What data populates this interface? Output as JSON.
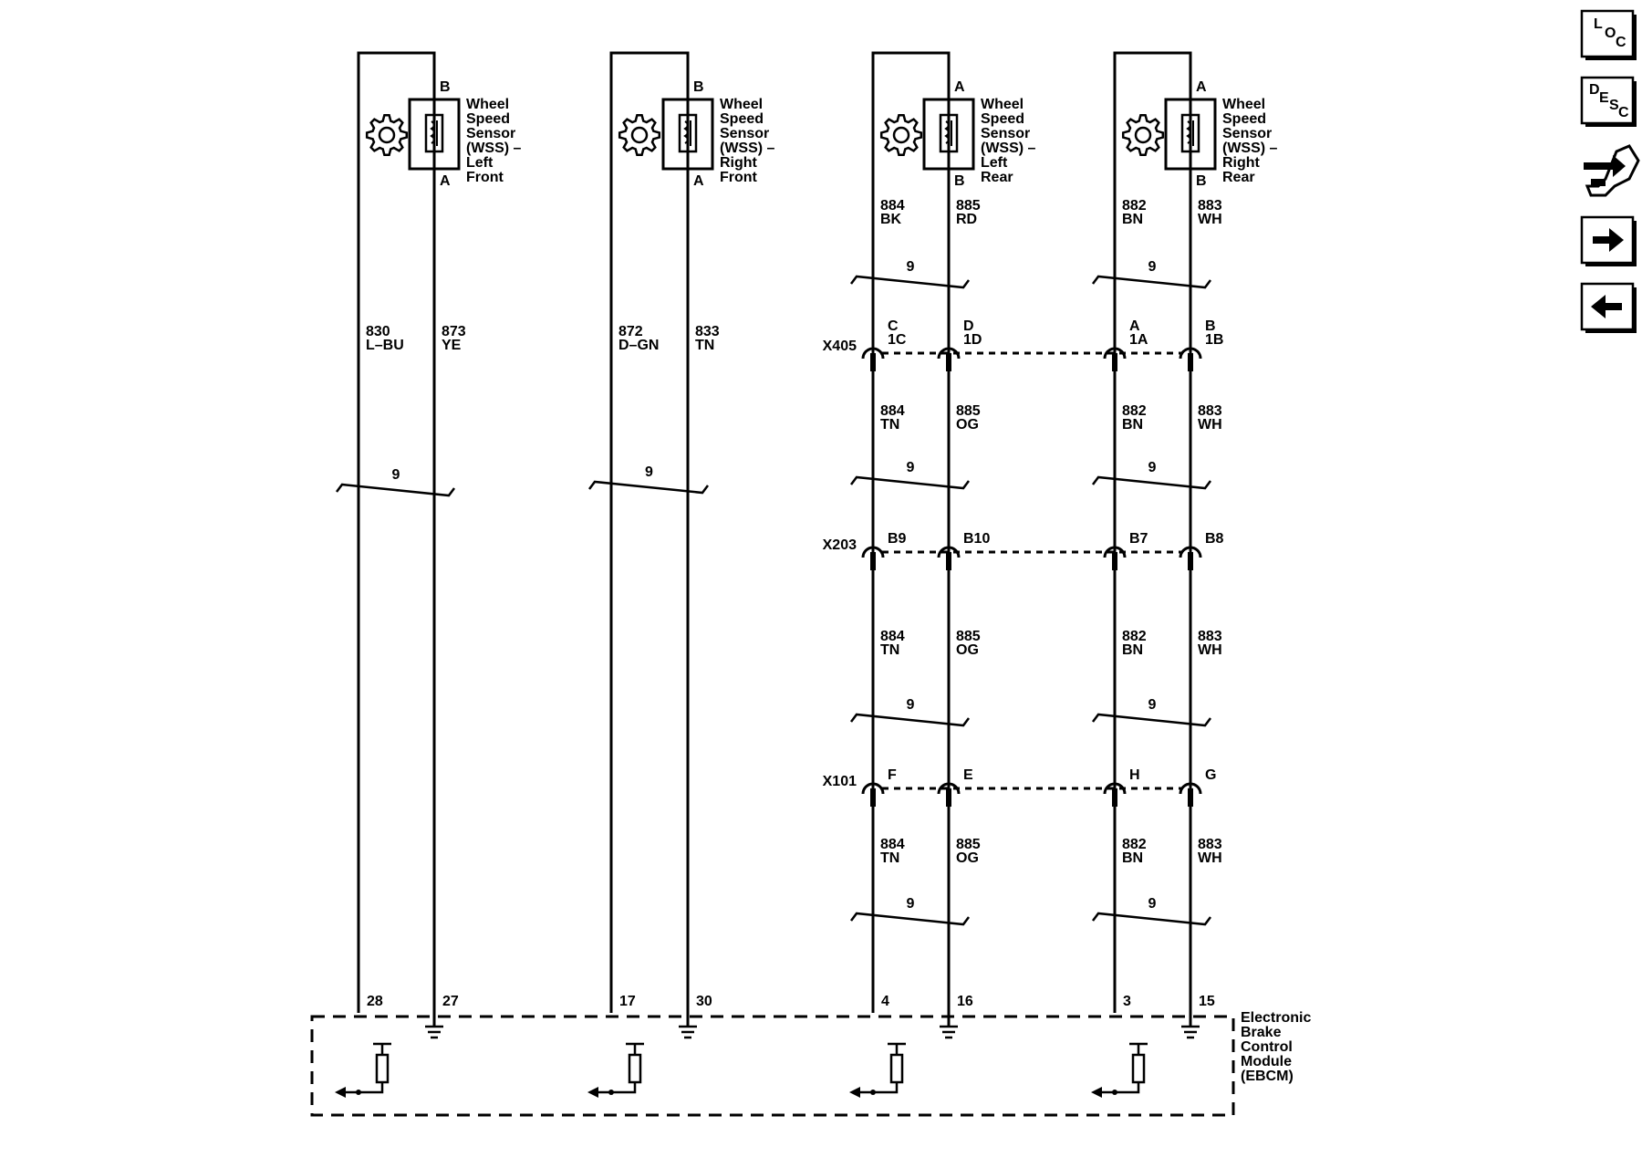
{
  "sensors": [
    {
      "name": "Wheel Speed Sensor (WSS) – Left Front",
      "lines": [
        "Wheel",
        "Speed",
        "Sensor",
        "(WSS) –",
        "Left",
        "Front"
      ],
      "top_pin": "B",
      "bottom_pin": "A"
    },
    {
      "name": "Wheel Speed Sensor (WSS) – Right Front",
      "lines": [
        "Wheel",
        "Speed",
        "Sensor",
        "(WSS) –",
        "Right",
        "Front"
      ],
      "top_pin": "B",
      "bottom_pin": "A"
    },
    {
      "name": "Wheel Speed Sensor (WSS) – Left Rear",
      "lines": [
        "Wheel",
        "Speed",
        "Sensor",
        "(WSS) –",
        "Left",
        "Rear"
      ],
      "top_pin": "A",
      "bottom_pin": "B"
    },
    {
      "name": "Wheel Speed Sensor (WSS) – Right Rear",
      "lines": [
        "Wheel",
        "Speed",
        "Sensor",
        "(WSS) –",
        "Right",
        "Rear"
      ],
      "top_pin": "A",
      "bottom_pin": "B"
    }
  ],
  "front_wires": [
    {
      "circuit": "830",
      "color": "L–BU"
    },
    {
      "circuit": "873",
      "color": "YE"
    },
    {
      "circuit": "872",
      "color": "D–GN"
    },
    {
      "circuit": "833",
      "color": "TN"
    }
  ],
  "rear_segments": [
    {
      "wires": [
        {
          "circuit": "884",
          "color": "BK"
        },
        {
          "circuit": "885",
          "color": "RD"
        },
        {
          "circuit": "882",
          "color": "BN"
        },
        {
          "circuit": "883",
          "color": "WH"
        }
      ]
    },
    {
      "wires": [
        {
          "circuit": "884",
          "color": "TN"
        },
        {
          "circuit": "885",
          "color": "OG"
        },
        {
          "circuit": "882",
          "color": "BN"
        },
        {
          "circuit": "883",
          "color": "WH"
        }
      ]
    },
    {
      "wires": [
        {
          "circuit": "884",
          "color": "TN"
        },
        {
          "circuit": "885",
          "color": "OG"
        },
        {
          "circuit": "882",
          "color": "BN"
        },
        {
          "circuit": "883",
          "color": "WH"
        }
      ]
    },
    {
      "wires": [
        {
          "circuit": "884",
          "color": "TN"
        },
        {
          "circuit": "885",
          "color": "OG"
        },
        {
          "circuit": "882",
          "color": "BN"
        },
        {
          "circuit": "883",
          "color": "WH"
        }
      ]
    }
  ],
  "twisted_pair_label": "9",
  "connectors": [
    {
      "name": "X405",
      "pins": [
        [
          "C",
          "1C"
        ],
        [
          "D",
          "1D"
        ],
        [
          "A",
          "1A"
        ],
        [
          "B",
          "1B"
        ]
      ]
    },
    {
      "name": "X203",
      "pins": [
        [
          "B9"
        ],
        [
          "B10"
        ],
        [
          "B7"
        ],
        [
          "B8"
        ]
      ]
    },
    {
      "name": "X101",
      "pins": [
        [
          "F"
        ],
        [
          "E"
        ],
        [
          "H"
        ],
        [
          "G"
        ]
      ]
    }
  ],
  "module": {
    "name": "Electronic Brake Control Module (EBCM)",
    "lines": [
      "Electronic",
      "Brake",
      "Control",
      "Module",
      "(EBCM)"
    ],
    "pins": [
      "28",
      "27",
      "17",
      "30",
      "4",
      "16",
      "3",
      "15"
    ]
  },
  "nav": {
    "loc_letters": [
      "L",
      "O",
      "C"
    ],
    "desc_letters": [
      "D",
      "E",
      "S",
      "C"
    ],
    "buttons": [
      "loc-button",
      "desc-button",
      "connector-button",
      "next-button",
      "previous-button"
    ]
  }
}
